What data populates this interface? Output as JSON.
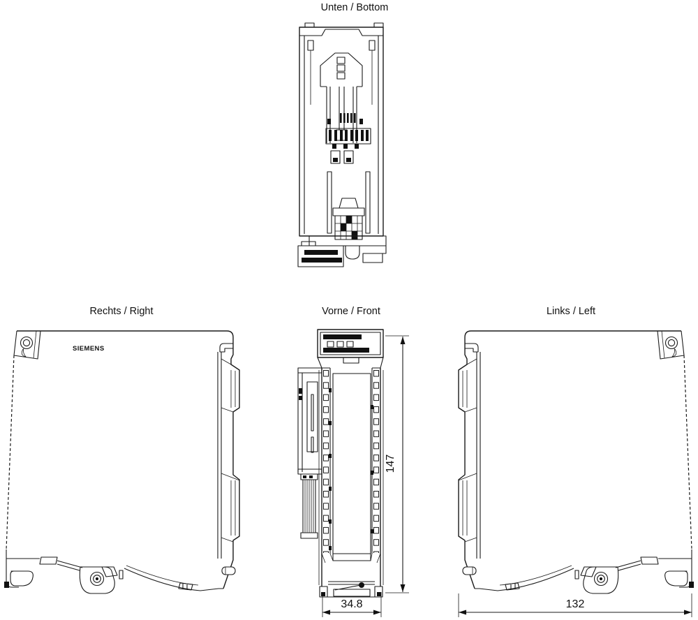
{
  "drawing": {
    "views": {
      "bottom": {
        "title": "Unten / Bottom"
      },
      "right": {
        "title": "Rechts / Right",
        "brand": "SIEMENS"
      },
      "front": {
        "title": "Vorne / Front"
      },
      "left": {
        "title": "Links / Left"
      }
    },
    "dimensions": {
      "height_mm": "147",
      "front_width_mm": "34.8",
      "side_depth_mm": "132"
    },
    "colors": {
      "line": "#1a1a1a",
      "background": "#ffffff"
    }
  }
}
